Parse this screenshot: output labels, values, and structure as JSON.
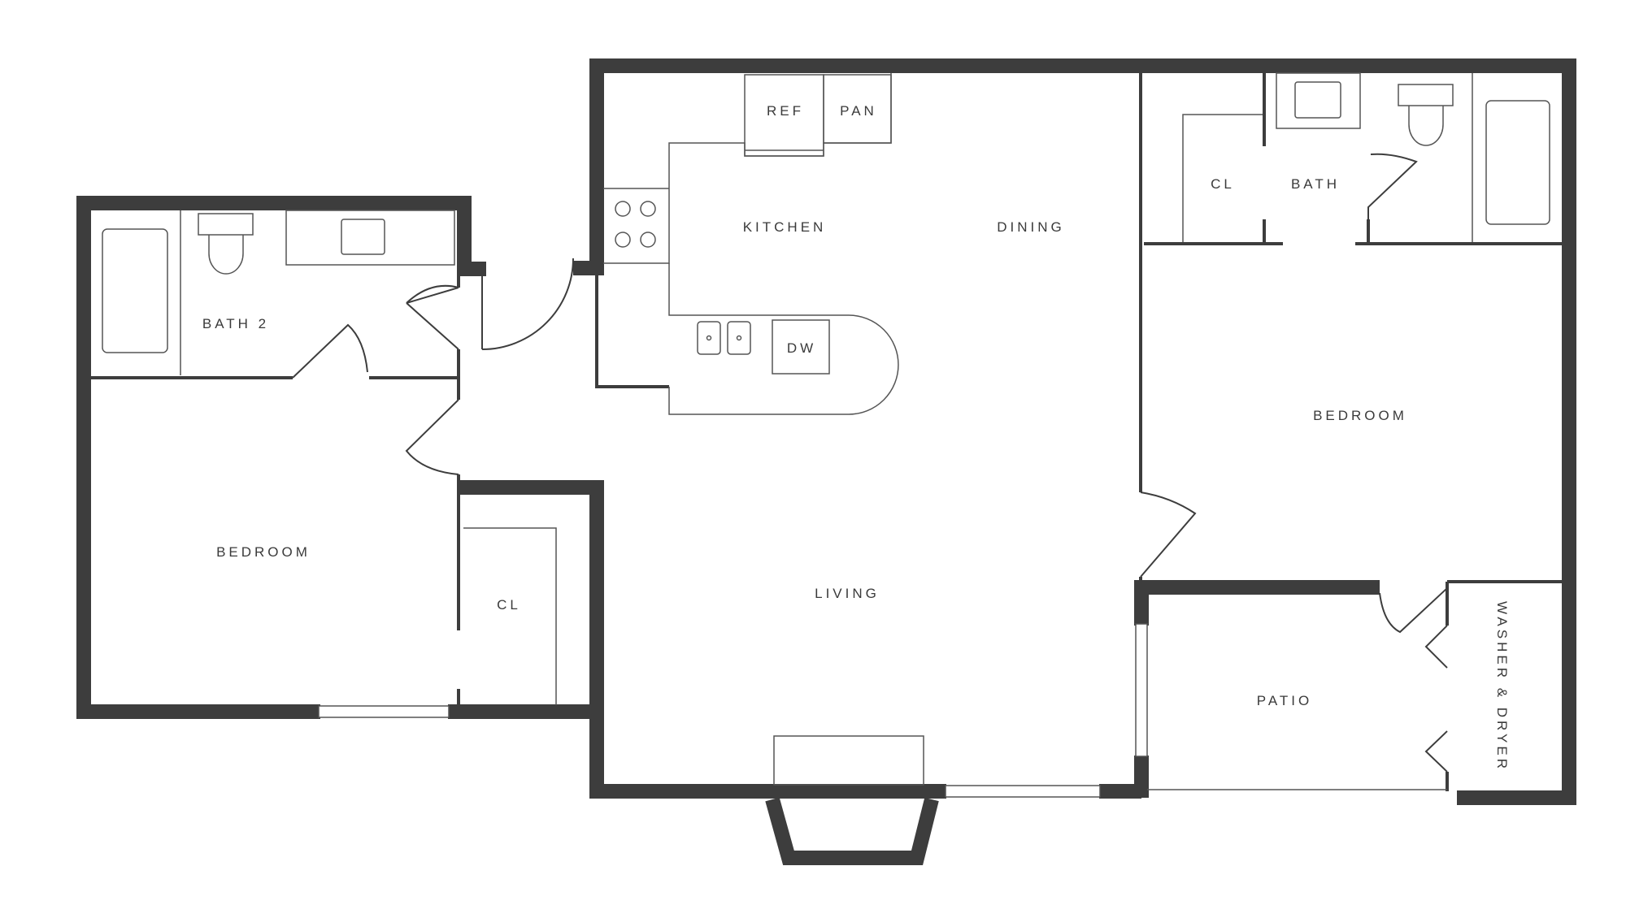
{
  "rooms": {
    "kitchen": "KITCHEN",
    "dining": "DINING",
    "living": "LIVING",
    "bath_2": "BATH 2",
    "bedroom_left": "BEDROOM",
    "closet_left": "CL",
    "closet_right": "CL",
    "bath": "BATH",
    "bedroom_right": "BEDROOM",
    "patio": "PATIO",
    "laundry": "WASHER & DRYER"
  },
  "appliances": {
    "refrigerator": "REF",
    "pantry": "PAN",
    "dishwasher": "DW"
  },
  "colors": {
    "wall": "#3d3d3d",
    "fixture": "#555555",
    "label": "#3a3a3a",
    "background": "#ffffff"
  }
}
